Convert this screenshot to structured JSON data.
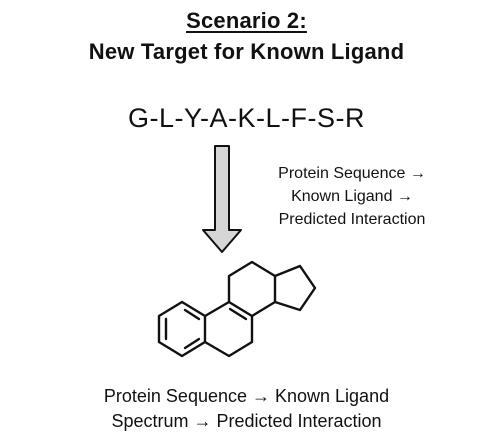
{
  "header": {
    "title_line_1": "Scenario 2:",
    "title_line_2": "New Target for Known Ligand"
  },
  "sequence": "G-L-Y-A-K-L-F-S-R",
  "flow_annotation": {
    "line_1": "Protein Sequence →",
    "line_2": "Known Ligand →",
    "line_3": "Predicted Interaction"
  },
  "molecule": {
    "icon": "steroid-skeleton-icon"
  },
  "caption": {
    "line_1": "Protein Sequence → Known Ligand",
    "line_2": "Spectrum → Predicted Interaction"
  },
  "colors": {
    "ink": "#111111",
    "arrow_fill": "#d6d6d6",
    "background": "#ffffff"
  }
}
